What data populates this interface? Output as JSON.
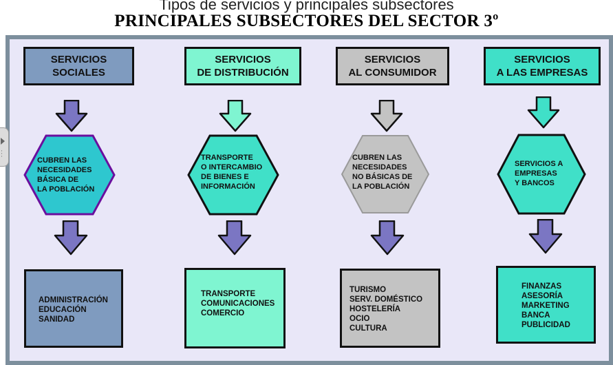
{
  "title": {
    "line1": "Tipos de servicios y principales subsectores",
    "line2": "PRINCIPALES SUBSECTORES DEL SECTOR 3º"
  },
  "colors": {
    "sociales": "#7f9bbf",
    "distribucion": "#7ff5d1",
    "consumidor": "#c3c3c3",
    "empresas": "#40e0c8",
    "sociales_hex": "#2ec7cf",
    "sociales_hex_border": "#6a0f9e",
    "arrow_purple": "#7b76c3",
    "frame": "#7d8f9d",
    "background": "#e9e7f8"
  },
  "columns": [
    {
      "id": "sociales",
      "header": [
        "SERVICIOS",
        "SOCIALES"
      ],
      "hex": [
        "CUBREN LAS",
        "NECESIDADES",
        "BÁSICA DE",
        "LA POBLACIÓN"
      ],
      "items": [
        "ADMINISTRACIÓN",
        "EDUCACIÓN",
        "SANIDAD"
      ]
    },
    {
      "id": "distribucion",
      "header": [
        "SERVICIOS",
        "DE DISTRIBUCIÓN"
      ],
      "hex": [
        "TRANSPORTE",
        "O INTERCAMBIO",
        "DE BIENES E",
        "INFORMACIÓN"
      ],
      "items": [
        "TRANSPORTE",
        "COMUNICACIONES",
        "COMERCIO"
      ]
    },
    {
      "id": "consumidor",
      "header": [
        "SERVICIOS",
        "AL CONSUMIDOR"
      ],
      "hex": [
        "CUBREN LAS",
        "NECESIDADES",
        "NO BÁSICAS DE",
        "LA POBLACIÓN"
      ],
      "items": [
        "TURISMO",
        "SERV. DOMÉSTICO",
        "HOSTELERÍA",
        "OCIO",
        "CULTURA"
      ]
    },
    {
      "id": "empresas",
      "header": [
        "SERVICIOS",
        "A LAS EMPRESAS"
      ],
      "hex": [
        "SERVICIOS A",
        "EMPRESAS",
        "Y BANCOS"
      ],
      "items": [
        "FINANZAS",
        "ASESORÍA",
        "MARKETING",
        "BANCA",
        "PUBLICIDAD"
      ]
    }
  ]
}
